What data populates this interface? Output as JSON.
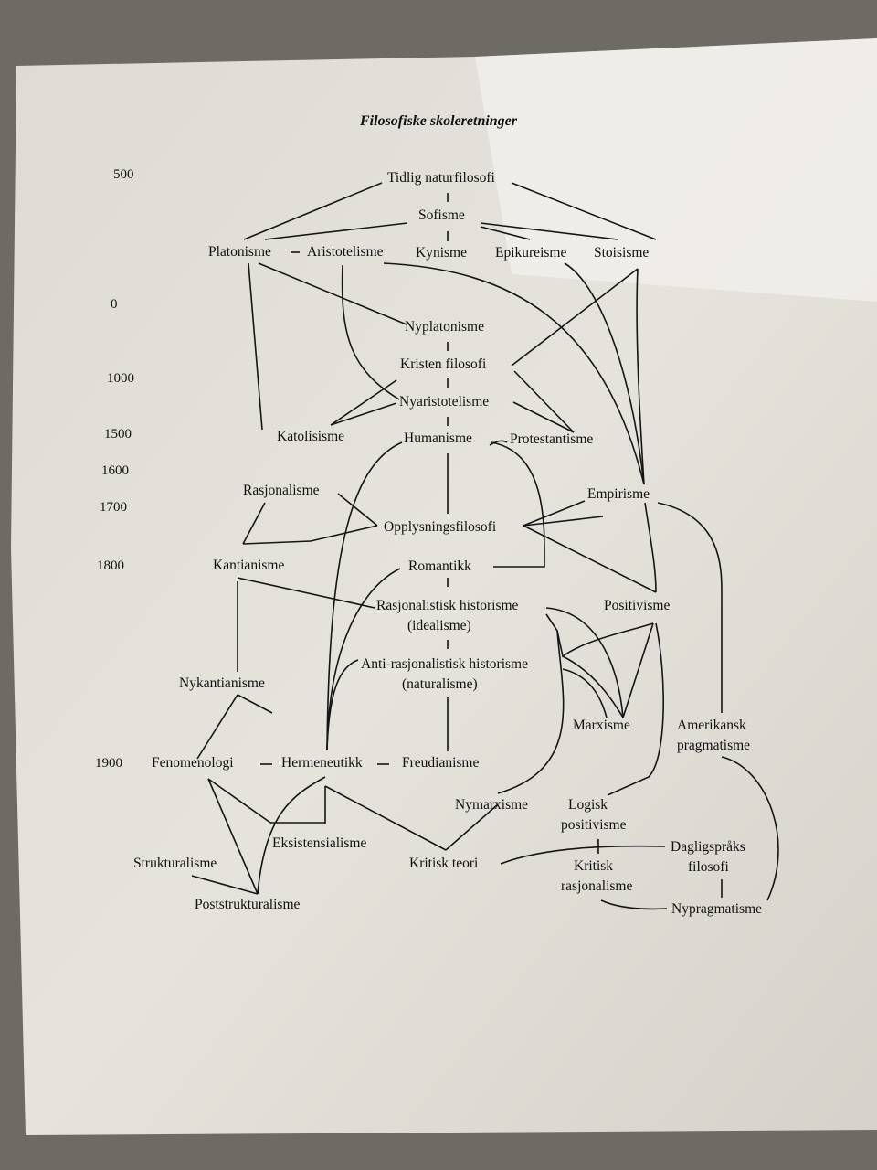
{
  "title": "Filosofiske skoleretninger",
  "years": [
    "500",
    "0",
    "1000",
    "1500",
    "1600",
    "1700",
    "1800",
    "1900"
  ],
  "nodes": {
    "tidlig_naturfilosofi": "Tidlig naturfilosofi",
    "sofisme": "Sofisme",
    "platonisme": "Platonisme",
    "aristotelisme": "Aristotelisme",
    "kynisme": "Kynisme",
    "epikureisme": "Epikureisme",
    "stoisisme": "Stoisisme",
    "nyplatonisme": "Nyplatonisme",
    "kristen_filosofi": "Kristen filosofi",
    "nyaristotelisme": "Nyaristotelisme",
    "katolisisme": "Katolisisme",
    "humanisme": "Humanisme",
    "protestantisme": "Protestantisme",
    "rasjonalisme": "Rasjonalisme",
    "empirisme": "Empirisme",
    "opplysningsfilosofi": "Opplysningsfilosofi",
    "kantianisme": "Kantianisme",
    "romantikk": "Romantikk",
    "rasjonalistisk_historisme": "Rasjonalistisk historisme",
    "idealisme": "(idealisme)",
    "positivisme": "Positivisme",
    "anti_rasjonalistisk_historisme": "Anti-rasjonalistisk historisme",
    "naturalisme": "(naturalisme)",
    "nykantianisme": "Nykantianisme",
    "marxisme": "Marxisme",
    "amerikansk": "Amerikansk",
    "pragmatisme": "pragmatisme",
    "fenomenologi": "Fenomenologi",
    "hermeneutikk": "Hermeneutikk",
    "freudianisme": "Freudianisme",
    "nymarxisme": "Nymarxisme",
    "logisk": "Logisk",
    "positivisme2": "positivisme",
    "eksistensialisme": "Eksistensialisme",
    "strukturalisme": "Strukturalisme",
    "kritisk_teori": "Kritisk teori",
    "dagligspraks": "Dagligspråks",
    "filosofi": "filosofi",
    "kritisk": "Kritisk",
    "rasjonalisme2": "rasjonalisme",
    "poststrukturalisme": "Poststrukturalisme",
    "nypragmatisme": "Nypragmatisme"
  }
}
